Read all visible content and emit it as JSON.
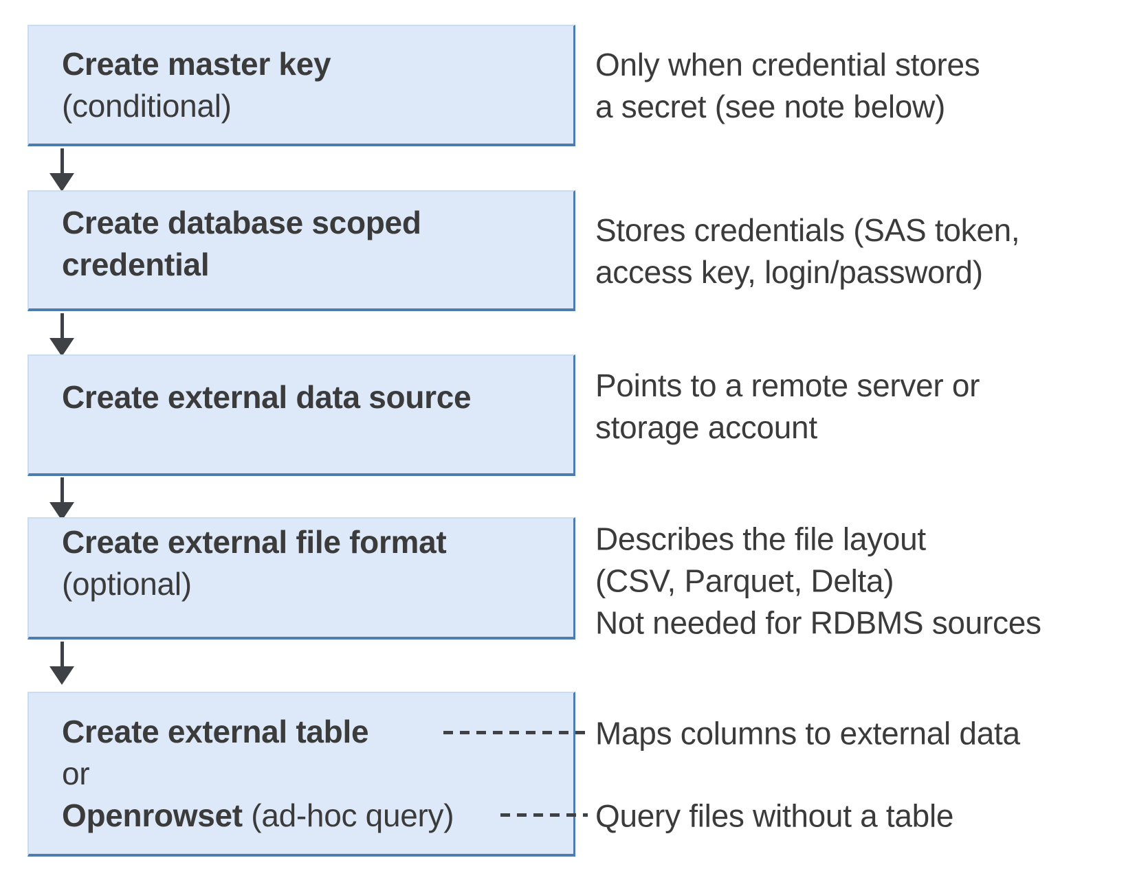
{
  "diagram": {
    "boxes": [
      {
        "title": "Create master key",
        "subtitle": "(conditional)"
      },
      {
        "title": "Create database scoped\ncredential"
      },
      {
        "title": "Create external data source"
      },
      {
        "title": "Create external file format",
        "subtitle": "(optional)"
      },
      {
        "title": "Create external table",
        "or_label": "or",
        "alt_bold": "Openrowset",
        "alt_rest": " (ad-hoc query)"
      }
    ],
    "annotations": [
      {
        "text": "Only when credential stores\na secret (see note below)"
      },
      {
        "text": "Stores credentials (SAS token,\naccess key, login/password)"
      },
      {
        "text": "Points to a remote server or\nstorage account"
      },
      {
        "text": "Describes the file layout\n(CSV, Parquet, Delta)\nNot needed for RDBMS sources"
      },
      {
        "text": "Maps columns to external data"
      },
      {
        "text": "Query files without a table"
      }
    ],
    "colors": {
      "background": "#ffffff",
      "box_fill": "#dde9f8",
      "box_border": "#4d7cad",
      "box_border_light": "#c9dcf1",
      "text": "#3b3b3b",
      "arrow": "#3e4247"
    }
  }
}
